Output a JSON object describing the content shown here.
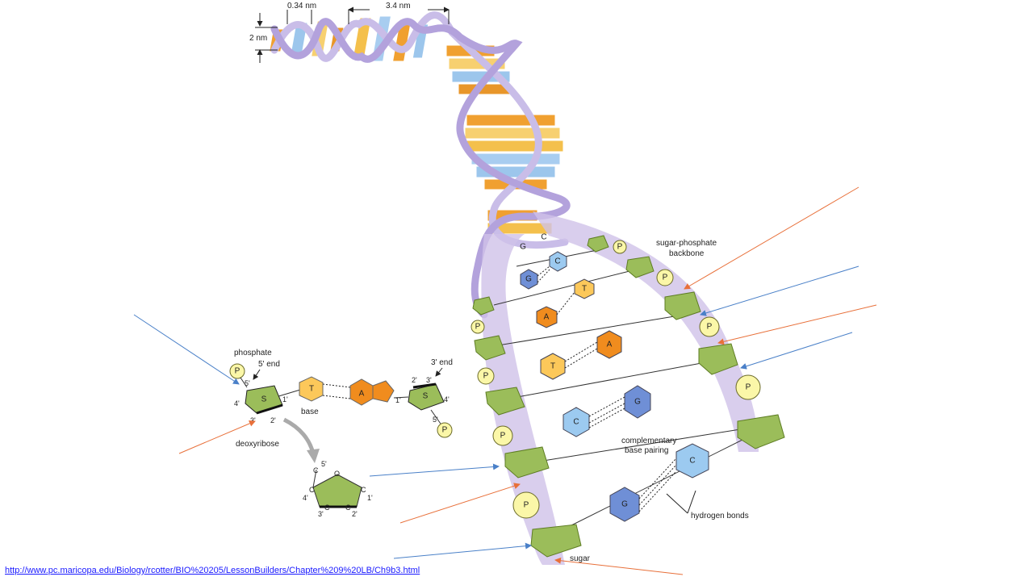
{
  "colors": {
    "sugar": "#9bbd5a",
    "sugar_dark": "#5e7d24",
    "phosphate": "#fbf7a8",
    "adenine": "#f08c1e",
    "thymine": "#fcc85a",
    "guanine": "#6f8fd6",
    "cytosine": "#9ccaf0",
    "backbone": "#b9a9dc",
    "arrow_orange": "#e8703a",
    "arrow_blue": "#4a80c8"
  },
  "scale": {
    "base_spacing": "0.34 nm",
    "helix_turn": "3.4 nm",
    "helix_width": "2 nm"
  },
  "nucleotide": {
    "phosphate_label": "phosphate",
    "five_end": "5' end",
    "three_end": "3' end",
    "base_label": "base",
    "sugar_label": "deoxyribose",
    "p": "P",
    "s": "S",
    "t": "T",
    "a": "A",
    "prime_5": "5'",
    "prime_4": "4'",
    "prime_3": "3'",
    "prime_2": "2'",
    "prime_1": "1'"
  },
  "ring": {
    "c": "C",
    "o": "O",
    "p5": "5'",
    "p4": "4'",
    "p3": "3'",
    "p2": "2'",
    "p1": "1'"
  },
  "ladder": {
    "backbone_label": "sugar-phosphate\nbackbone",
    "backbone_line1": "sugar-phosphate",
    "backbone_line2": "backbone",
    "pairing_line1": "complementary",
    "pairing_line2": "base pairing",
    "hbond_label": "hydrogen bonds",
    "sugar_label": "sugar",
    "p": "P",
    "g": "G",
    "c": "C",
    "a": "A",
    "t": "T"
  },
  "source_url": "http://www.pc.maricopa.edu/Biology/rcotter/BIO%20205/LessonBuilders/Chapter%209%20LB/Ch9b3.html"
}
